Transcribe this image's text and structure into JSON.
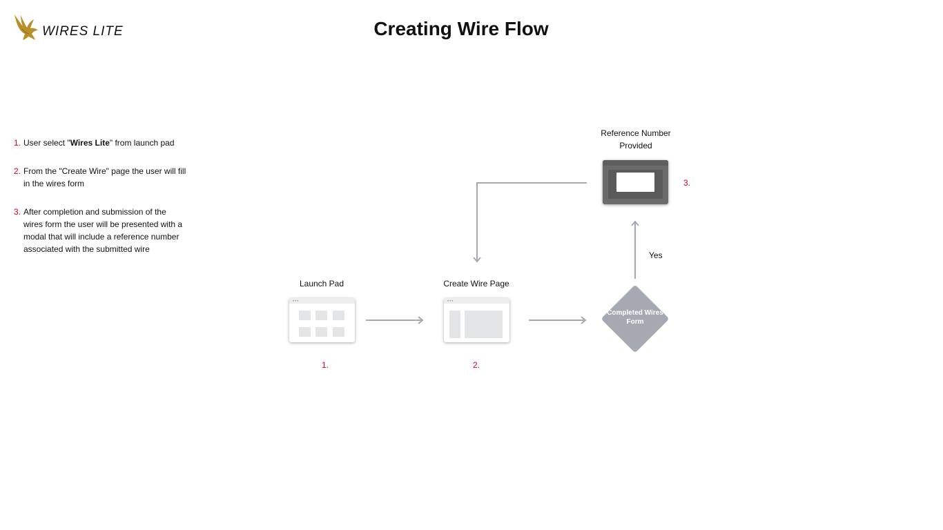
{
  "header": {
    "logo_text": "WIRES LITE",
    "title": "Creating Wire Flow"
  },
  "steps": [
    {
      "num": "1.",
      "pre": "User select \"",
      "bold": "Wires Lite",
      "post": "\" from launch pad"
    },
    {
      "num": "2.",
      "pre": "From the \"Create Wire\" page the user will fill in the wires form",
      "bold": "",
      "post": ""
    },
    {
      "num": "3.",
      "pre": " After completion and submission of the wires form the user will be presented with a modal that will include a reference number associated with the submitted wire",
      "bold": "",
      "post": ""
    }
  ],
  "flow": {
    "launch_pad": {
      "label": "Launch Pad",
      "marker": "1."
    },
    "create_wire": {
      "label": "Create Wire Page",
      "marker": "2."
    },
    "decision": {
      "label": "Completed Wires Form",
      "branch_label": "Yes"
    },
    "reference": {
      "label": "Reference Number Provided",
      "marker": "3."
    }
  },
  "colors": {
    "step_number": "#d0021b",
    "connector": "#a5a9b2",
    "decision_fill": "#a5a9b2",
    "logo_gold": "#b8902a"
  },
  "icons": {
    "logo": "eagle-icon",
    "arrow": "arrow-icon"
  }
}
